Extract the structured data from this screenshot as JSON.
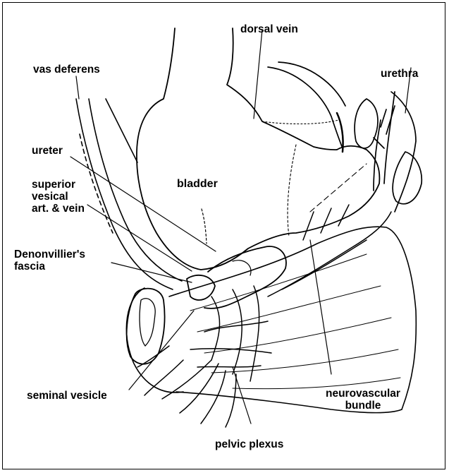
{
  "labels": {
    "dorsal_vein": "dorsal vein",
    "vas_deferens": "vas deferens",
    "urethra": "urethra",
    "ureter": "ureter",
    "superior_vesical": "superior\nvesical\nart. & vein",
    "bladder": "bladder",
    "denonvillier": "Denonvillier's\nfascia",
    "seminal_vesicle": "seminal vesicle",
    "neurovascular_bundle": "neurovascular\nbundle",
    "pelvic_plexus": "pelvic plexus"
  }
}
